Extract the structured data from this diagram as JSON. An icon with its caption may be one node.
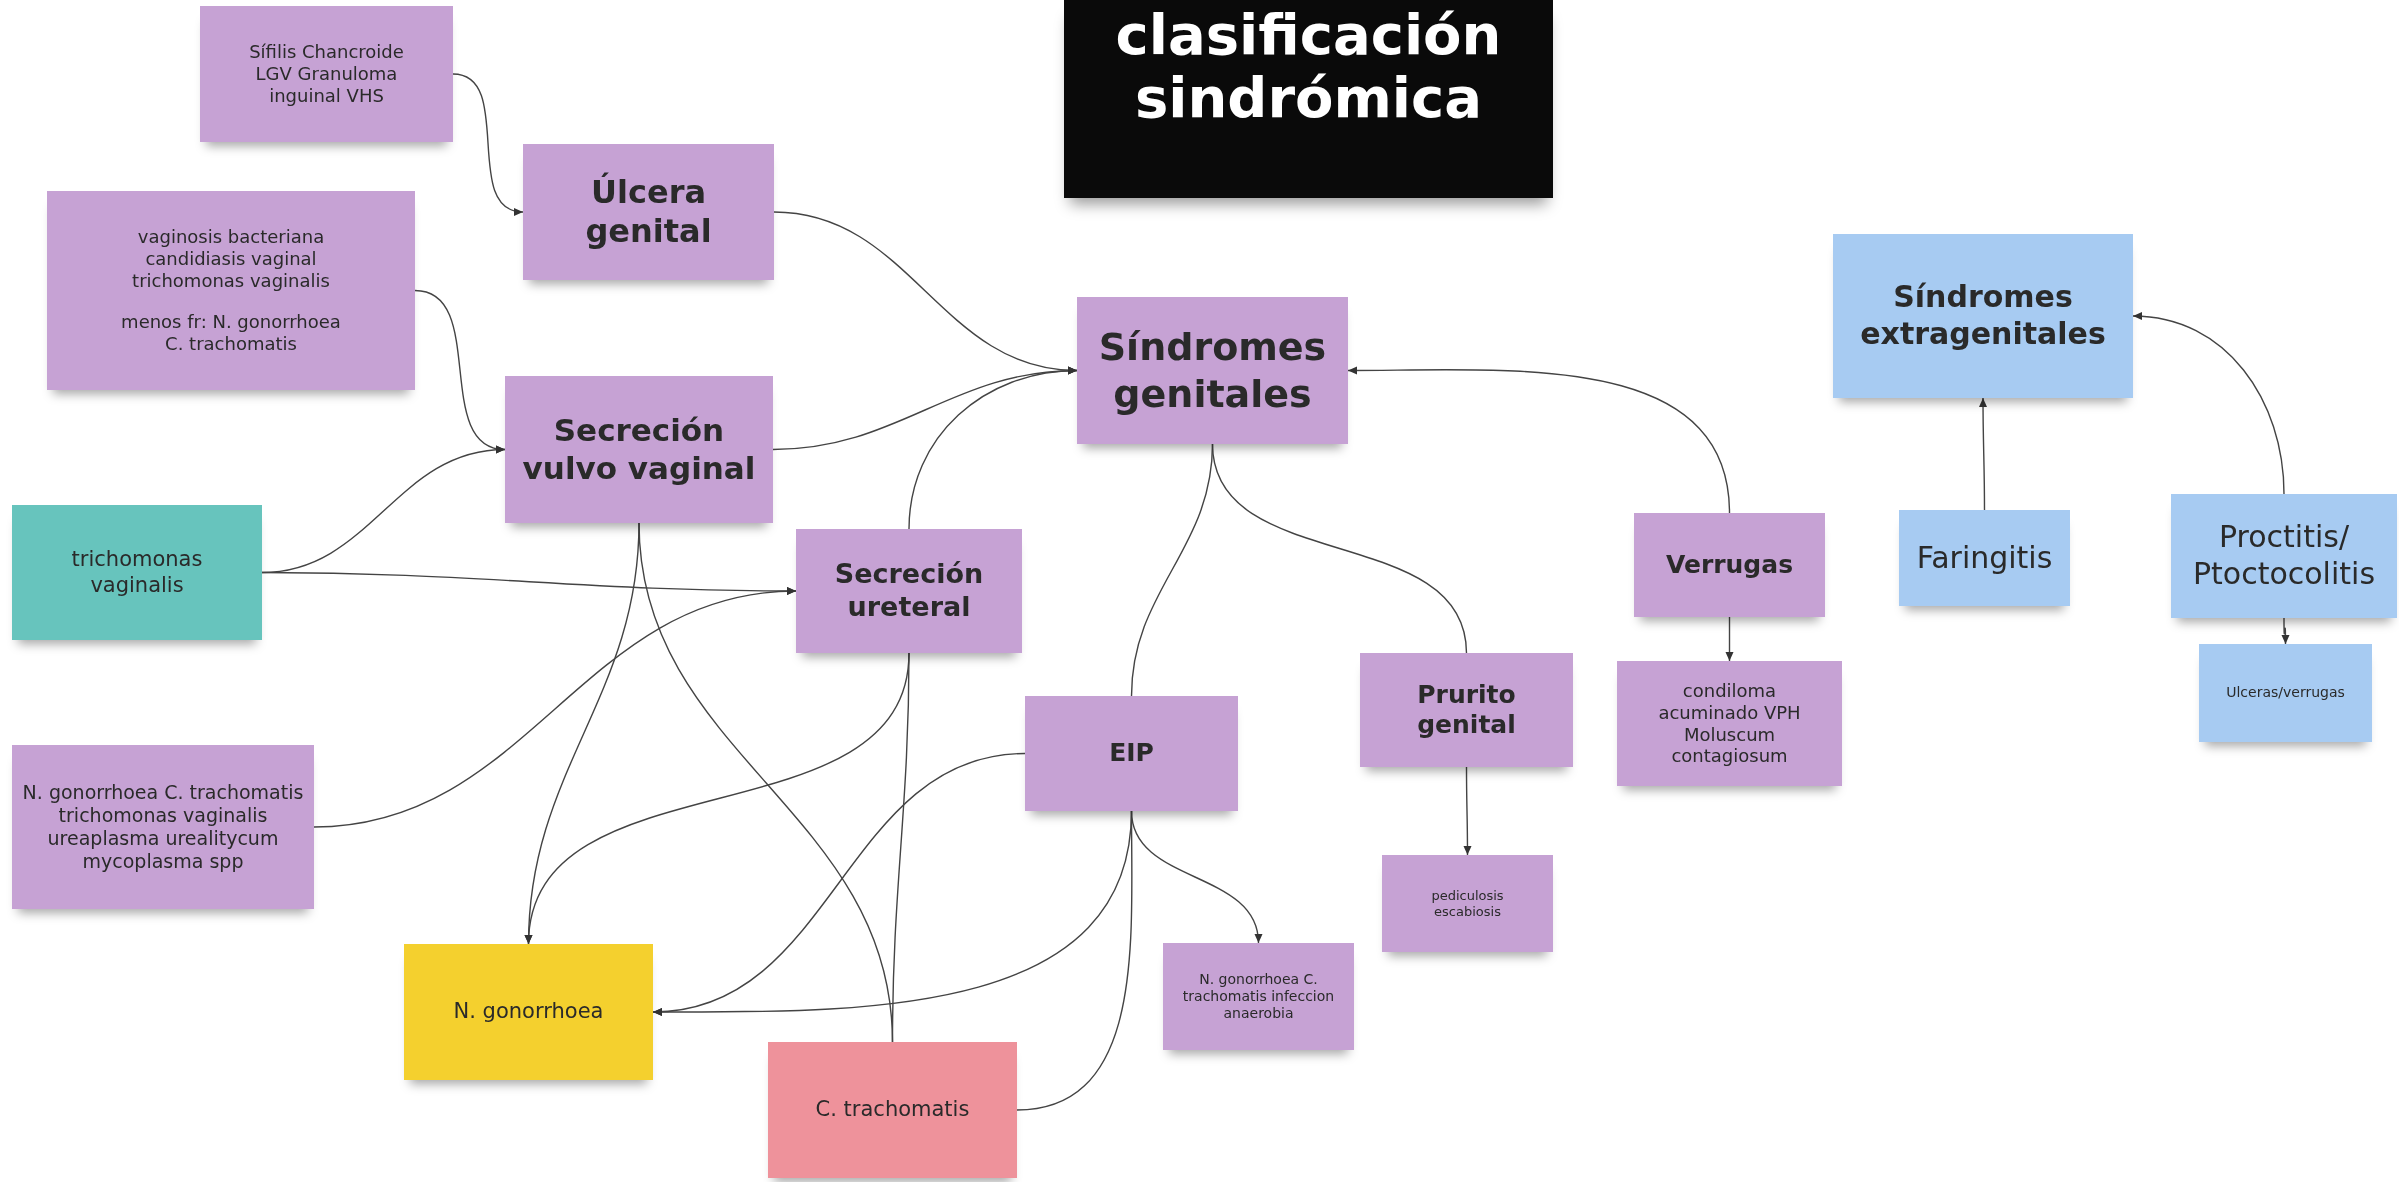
{
  "diagram": {
    "title": "clasificación sindrómica",
    "nodes": [
      {
        "text": [
          "Sífilis Chancroide LGV Granuloma inguinal VHS"
        ]
      },
      {
        "text": [
          "Úlcera genital"
        ]
      },
      {
        "text": [
          "vaginosis bacteriana candidiasis vaginal trichomonas vaginalis",
          "menos fr: N. gonorrhoea C. trachomatis"
        ]
      },
      {
        "text": [
          "Síndromes genitales"
        ]
      },
      {
        "text": [
          "Síndromes extragenitales"
        ]
      },
      {
        "text": [
          "Secreción vulvo vaginal"
        ]
      },
      {
        "text": [
          "trichomonas vaginalis"
        ]
      },
      {
        "text": [
          "Secreción ureteral"
        ]
      },
      {
        "text": [
          "Verrugas"
        ]
      },
      {
        "text": [
          "Faringitis"
        ]
      },
      {
        "text": [
          "Proctitis/ Ptoctocolitis"
        ]
      },
      {
        "text": [
          "Prurito genital"
        ]
      },
      {
        "text": [
          "EIP"
        ]
      },
      {
        "text": [
          "condiloma acuminado VPH Moluscum contagiosum"
        ]
      },
      {
        "text": [
          "Ulceras/verrugas"
        ]
      },
      {
        "text": [
          "N. gonorrhoea C. trachomatis trichomonas vaginalis ureaplasma urealitycum mycoplasma spp"
        ]
      },
      {
        "text": [
          "pediculosis escabiosis"
        ]
      },
      {
        "text": [
          "N. gonorrhoea"
        ]
      },
      {
        "text": [
          "N. gonorrhoea C. trachomatis infeccion anaerobia"
        ]
      },
      {
        "text": [
          "C. trachomatis"
        ]
      }
    ],
    "edges": [
      {
        "from": 0,
        "to": 1,
        "arrow": "to"
      },
      {
        "from": 1,
        "to": 3,
        "arrow": "to"
      },
      {
        "from": 2,
        "to": 5,
        "arrow": "to"
      },
      {
        "from": 5,
        "to": 3,
        "arrow": "to"
      },
      {
        "from": 7,
        "to": 3,
        "arrow": "to"
      },
      {
        "from": 6,
        "to": 5,
        "arrow": "to"
      },
      {
        "from": 6,
        "to": 7,
        "arrow": "to"
      },
      {
        "from": 15,
        "to": 7,
        "arrow": "to"
      },
      {
        "from": 5,
        "to": 17,
        "arrow": "to"
      },
      {
        "from": 5,
        "to": 19,
        "arrow": "none"
      },
      {
        "from": 7,
        "to": 17,
        "arrow": "to"
      },
      {
        "from": 7,
        "to": 19,
        "arrow": "none"
      },
      {
        "from": 12,
        "to": 17,
        "arrow": "to"
      },
      {
        "from": 12,
        "to": 17,
        "arrow": "to"
      },
      {
        "from": 12,
        "to": 19,
        "arrow": "none"
      },
      {
        "from": 12,
        "to": 18,
        "arrow": "to"
      },
      {
        "from": 3,
        "to": 12,
        "arrow": "none"
      },
      {
        "from": 3,
        "to": 11,
        "arrow": "none"
      },
      {
        "from": 8,
        "to": 3,
        "arrow": "to"
      },
      {
        "from": 8,
        "to": 13,
        "arrow": "to"
      },
      {
        "from": 11,
        "to": 16,
        "arrow": "to"
      },
      {
        "from": 9,
        "to": 4,
        "arrow": "to"
      },
      {
        "from": 10,
        "to": 4,
        "arrow": "to"
      },
      {
        "from": 10,
        "to": 14,
        "arrow": "to"
      }
    ]
  }
}
